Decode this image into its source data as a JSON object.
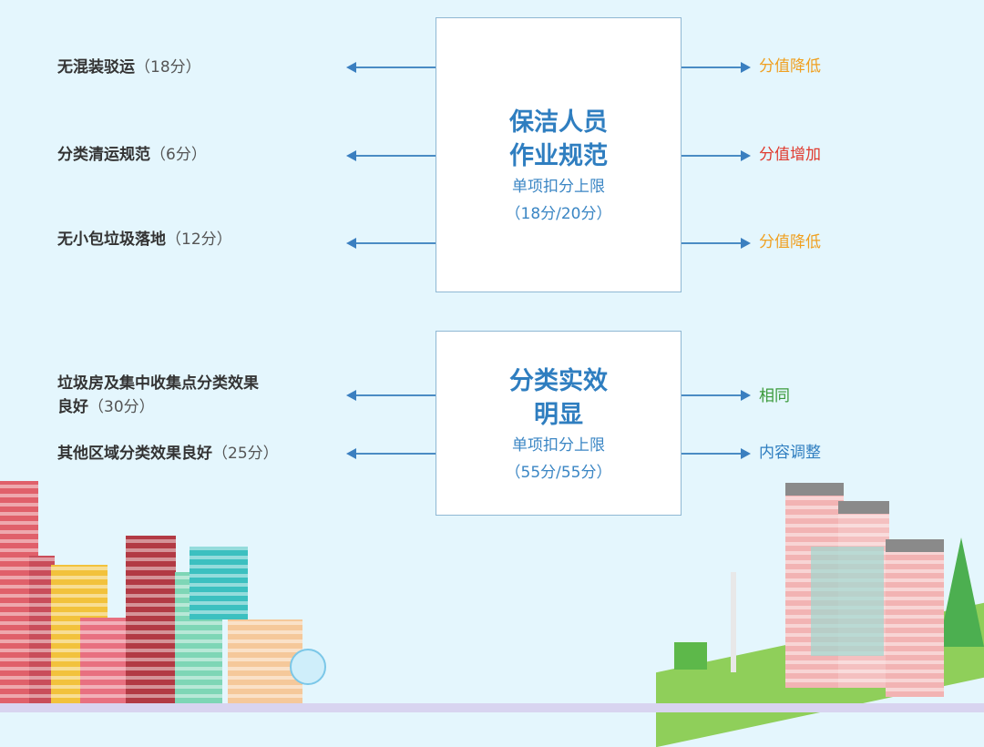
{
  "section1": {
    "title_line1": "保洁人员",
    "title_line2": "作业规范",
    "subtitle": "单项扣分上限",
    "score": "（18分/20分）",
    "left_items": [
      {
        "label": "无混装驳运",
        "points": "（18分）"
      },
      {
        "label": "分类清运规范",
        "points": "（6分）"
      },
      {
        "label": "无小包垃圾落地",
        "points": "（12分）"
      }
    ],
    "right_items": [
      {
        "label": "分值降低",
        "color": "#f0a020"
      },
      {
        "label": "分值增加",
        "color": "#e03a2e"
      },
      {
        "label": "分值降低",
        "color": "#f0a020"
      }
    ]
  },
  "section2": {
    "title_line1": "分类实效",
    "title_line2": "明显",
    "subtitle": "单项扣分上限",
    "score": "（55分/55分）",
    "left_items": [
      {
        "label_line1": "垃圾房及集中收集点分类效果",
        "label_line2": "良好",
        "points": "（30分）"
      },
      {
        "label": "其他区域分类效果良好",
        "points": "（25分）"
      }
    ],
    "right_items": [
      {
        "label": "相同",
        "color": "#3a9a3a"
      },
      {
        "label": "内容调整",
        "color": "#2f7ec0"
      }
    ]
  }
}
